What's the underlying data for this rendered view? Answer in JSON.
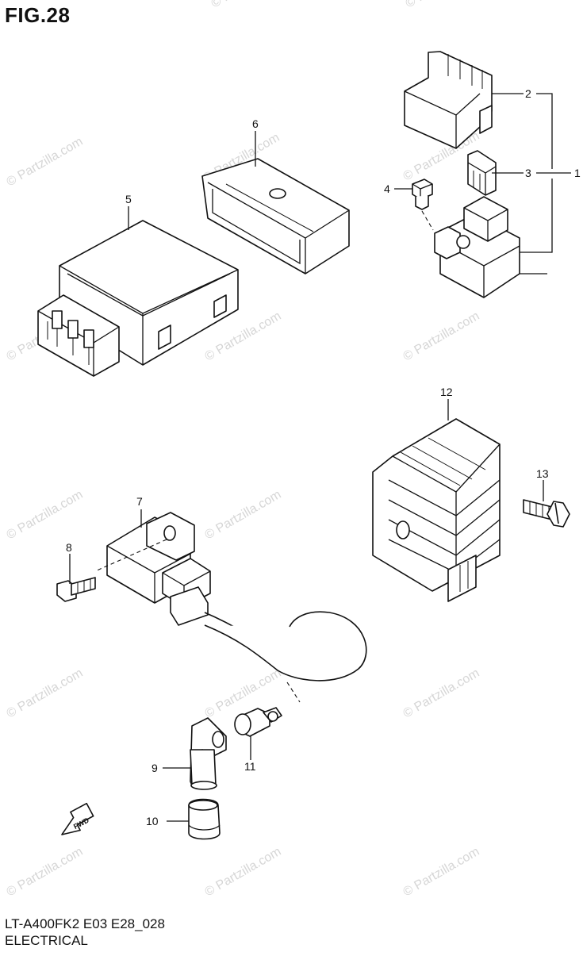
{
  "header": {
    "figure_label": "FIG.28"
  },
  "footer": {
    "model_code": "LT-A400FK2 E03 E28_028",
    "section_name": "ELECTRICAL"
  },
  "watermark": {
    "text": "© Partzilla.com",
    "color": "#d6d6d6"
  },
  "callouts": [
    "1",
    "2",
    "3",
    "4",
    "5",
    "6",
    "7",
    "8",
    "9",
    "10",
    "11",
    "12",
    "13"
  ],
  "icons": {
    "front_arrow": "front-direction-arrow-icon",
    "arrow_text": "FWD"
  }
}
